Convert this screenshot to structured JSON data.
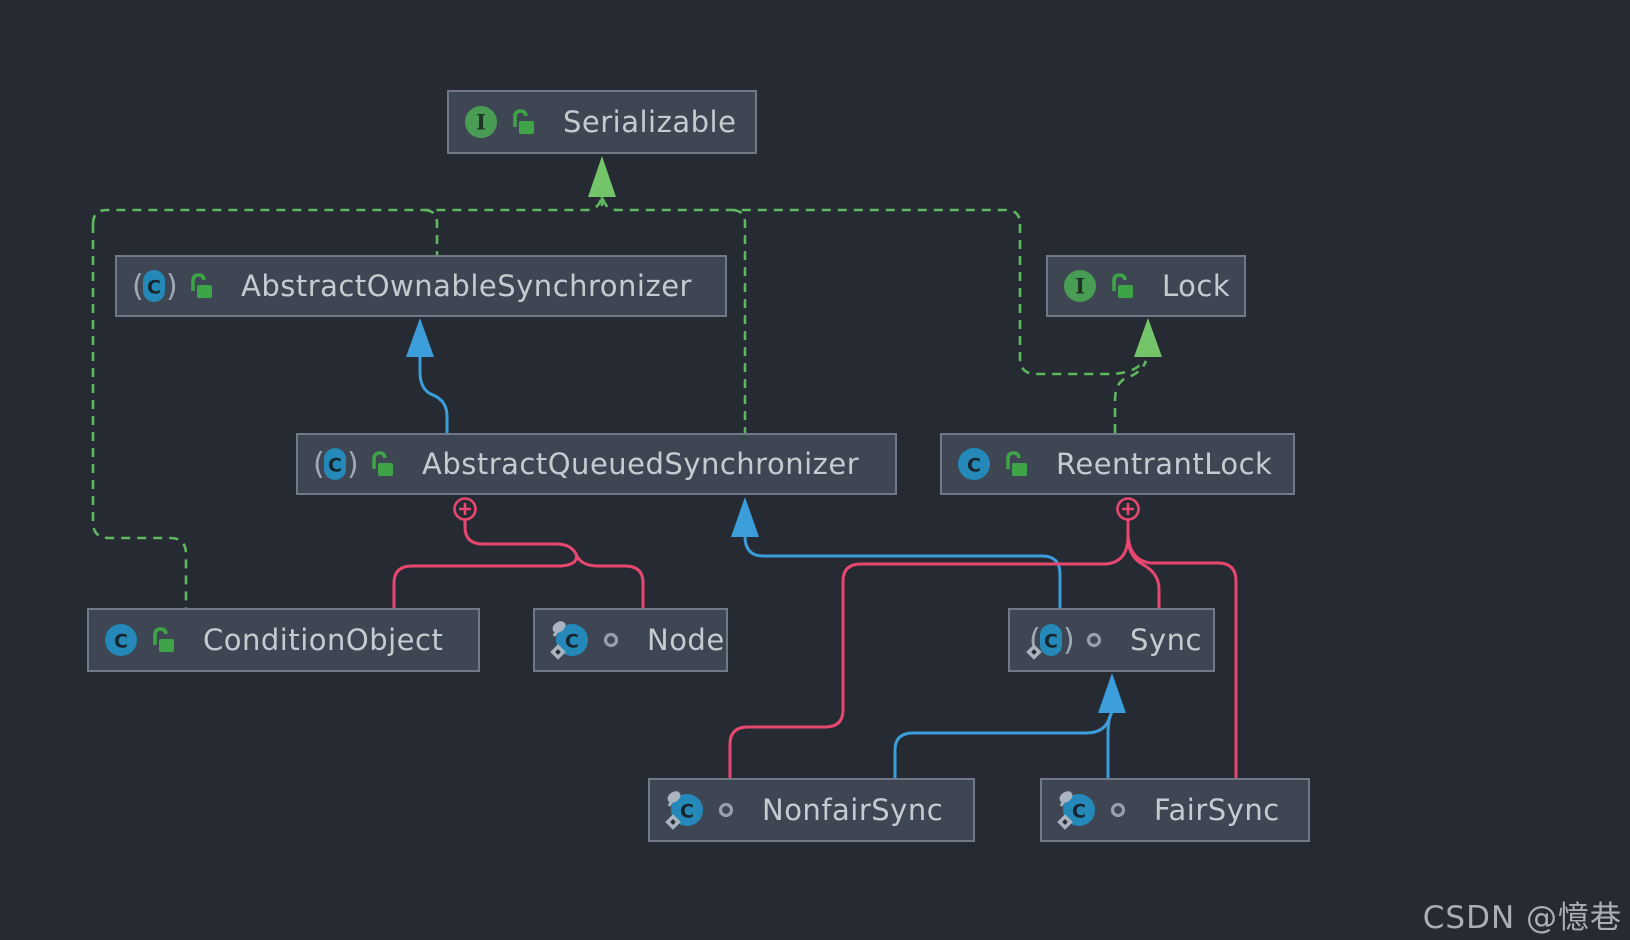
{
  "diagram_type": "uml-class-diagram",
  "nodes": [
    {
      "label": "Serializable",
      "kind": "interface",
      "visibility": "public"
    },
    {
      "label": "AbstractOwnableSynchronizer",
      "kind": "abstract-class",
      "visibility": "public"
    },
    {
      "label": "Lock",
      "kind": "interface",
      "visibility": "public"
    },
    {
      "label": "AbstractQueuedSynchronizer",
      "kind": "abstract-class",
      "visibility": "public"
    },
    {
      "label": "ReentrantLock",
      "kind": "class",
      "visibility": "public"
    },
    {
      "label": "ConditionObject",
      "kind": "class",
      "visibility": "public"
    },
    {
      "label": "Node",
      "kind": "static-final-class",
      "visibility": "package-private"
    },
    {
      "label": "Sync",
      "kind": "abstract-static-class",
      "visibility": "package-private"
    },
    {
      "label": "NonfairSync",
      "kind": "static-final-class",
      "visibility": "package-private"
    },
    {
      "label": "FairSync",
      "kind": "static-final-class",
      "visibility": "package-private"
    }
  ],
  "relations": [
    {
      "from": "AbstractOwnableSynchronizer",
      "to": "Serializable",
      "type": "realization"
    },
    {
      "from": "AbstractQueuedSynchronizer",
      "to": "Serializable",
      "type": "realization"
    },
    {
      "from": "ConditionObject",
      "to": "Serializable",
      "type": "realization"
    },
    {
      "from": "ReentrantLock",
      "to": "Serializable",
      "type": "realization"
    },
    {
      "from": "ReentrantLock",
      "to": "Lock",
      "type": "realization"
    },
    {
      "from": "AbstractQueuedSynchronizer",
      "to": "AbstractOwnableSynchronizer",
      "type": "extends"
    },
    {
      "from": "Sync",
      "to": "AbstractQueuedSynchronizer",
      "type": "extends"
    },
    {
      "from": "NonfairSync",
      "to": "Sync",
      "type": "extends"
    },
    {
      "from": "FairSync",
      "to": "Sync",
      "type": "extends"
    },
    {
      "owner": "AbstractQueuedSynchronizer",
      "inner": "ConditionObject",
      "type": "inner-class"
    },
    {
      "owner": "AbstractQueuedSynchronizer",
      "inner": "Node",
      "type": "inner-class"
    },
    {
      "owner": "ReentrantLock",
      "inner": "Sync",
      "type": "inner-class"
    },
    {
      "owner": "ReentrantLock",
      "inner": "NonfairSync",
      "type": "inner-class"
    },
    {
      "owner": "ReentrantLock",
      "inner": "FairSync",
      "type": "inner-class"
    }
  ],
  "colors": {
    "background": "#262B33",
    "node_fill": "#3E4654",
    "node_border": "#6F7987",
    "label": "#C6CBD2",
    "realization": "#5FB760",
    "realization_arrow": "#74C56A",
    "extends": "#3B9EDB",
    "inner_class": "#E8476F",
    "watermark": "#A9AFB6"
  },
  "watermark": "CSDN @憶巷"
}
